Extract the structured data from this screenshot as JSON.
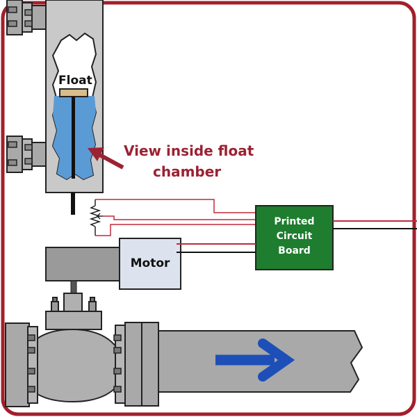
{
  "labels": {
    "float": "Float",
    "callout_line1": "View inside float",
    "callout_line2": "chamber",
    "pcb_line1": "Printed",
    "pcb_line2": "Circuit",
    "pcb_line3": "Board",
    "motor": "Motor"
  },
  "colors": {
    "frame": "#A31F2A",
    "callout_text": "#9B2233",
    "water": "#5B9BD5",
    "float_body": "#D8BE8A",
    "metal": "#B0B0B0",
    "metal_dark": "#8E8E8E",
    "pcb": "#1E7D2E",
    "motor_box": "#DDE3EE",
    "wire_red": "#C0283A",
    "wire_black": "#111111",
    "flow_arrow": "#1E4FB8"
  },
  "icons": {
    "flow": "flow-direction-arrow",
    "callout": "callout-arrow"
  }
}
